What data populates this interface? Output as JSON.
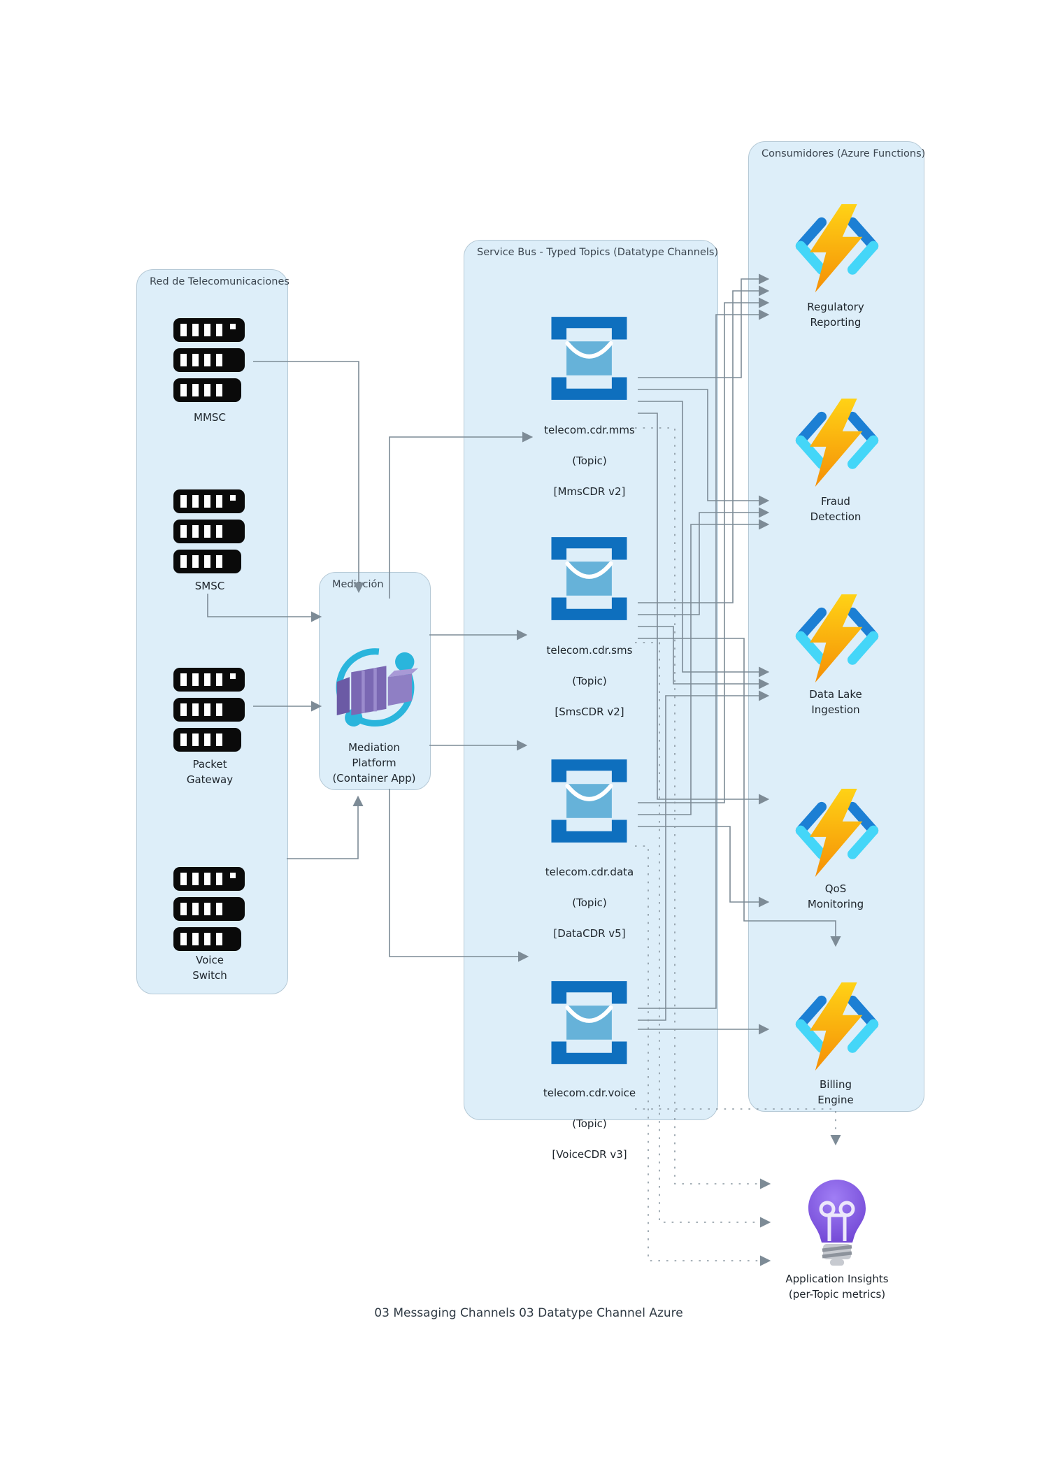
{
  "caption": "03 Messaging Channels 03 Datatype Channel Azure",
  "telecom": {
    "title": "Red de Telecomunicaciones",
    "nodes": [
      {
        "label": "MMSC"
      },
      {
        "label": "SMSC"
      },
      {
        "label": "Packet\nGateway"
      },
      {
        "label": "Voice\nSwitch"
      }
    ]
  },
  "mediacion": {
    "title": "Mediación",
    "platform": {
      "label": "Mediation\nPlatform\n(Container App)"
    }
  },
  "service_bus": {
    "title": "Service Bus - Typed Topics (Datatype Channels)",
    "topics": [
      {
        "name": "telecom.cdr.mms",
        "kind": "(Topic)",
        "schema": "[MmsCDR v2]"
      },
      {
        "name": "telecom.cdr.sms",
        "kind": "(Topic)",
        "schema": "[SmsCDR v2]"
      },
      {
        "name": "telecom.cdr.data",
        "kind": "(Topic)",
        "schema": "[DataCDR v5]"
      },
      {
        "name": "telecom.cdr.voice",
        "kind": "(Topic)",
        "schema": "[VoiceCDR v3]"
      }
    ]
  },
  "consumers": {
    "title": "Consumidores (Azure Functions)",
    "functions": [
      {
        "label": "Regulatory\nReporting"
      },
      {
        "label": "Fraud\nDetection"
      },
      {
        "label": "Data Lake\nIngestion"
      },
      {
        "label": "QoS\nMonitoring"
      },
      {
        "label": "Billing\nEngine"
      }
    ]
  },
  "insights": {
    "label": "Application Insights\n(per-Topic metrics)"
  },
  "colors": {
    "container_fill": "#ddeef9",
    "container_border": "#b5c9d6",
    "connector_gray": "#7d8b96",
    "topic_bracket_blue": "#0e6fbe",
    "envelope_blue": "#66b2d9",
    "bolt_yellow": "#ffd216",
    "bolt_orange": "#f58f06",
    "chevron_blue": "#1c7fd4",
    "chevron_cyan": "#44d6f8",
    "container_app_cyan": "#2ab5dc",
    "container_app_purple": "#7a68b3",
    "bulb_purple_light": "#a07ef5",
    "bulb_purple_dark": "#6b3fd0",
    "server_black": "#0a0a0a"
  }
}
